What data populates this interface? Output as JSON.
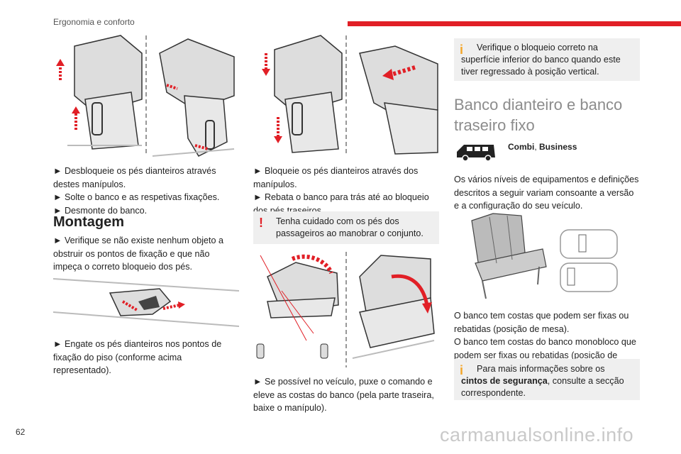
{
  "header": {
    "title": "Ergonomia e conforto",
    "page_number": "62"
  },
  "watermark": "carmanualsonline.info",
  "col1": {
    "steps1": [
      "► Desbloqueie os pés dianteiros através destes manípulos.",
      "► Solte o banco e as respetivas fixações.",
      "► Desmonte do banco."
    ],
    "montagem_heading": "Montagem",
    "montagem_step": "► Verifique se não existe nenhum objeto a obstruir os pontos de fixação e que não impeça o correto bloqueio dos pés.",
    "engate_step": "► Engate os pés dianteiros nos pontos de fixação do piso (conforme acima representado)."
  },
  "col2": {
    "steps": [
      "► Bloqueie os pés dianteiros através dos manípulos.",
      "► Rebata o banco para trás até ao bloqueio dos pés traseiros."
    ],
    "warning_icon": "!",
    "warning": "Tenha cuidado com os pés dos passageiros ao manobrar o conjunto.",
    "final_step": "► Se possível no veículo, puxe o comando e eleve as costas do banco (pela parte traseira, baixe o manípulo)."
  },
  "col3": {
    "info1_icon": "i",
    "info1": "Verifique o bloqueio correto na superfície inferior do banco quando este tiver regressado à posição vertical.",
    "heading": "Banco dianteiro e banco traseiro fixo",
    "versions_a": "Combi",
    "versions_sep": ", ",
    "versions_b": "Business",
    "intro": "Os vários níveis de equipamentos e definições descritos a seguir variam consoante a versão e a configuração do seu veículo.",
    "p1": "O banco tem costas que podem ser fixas ou rebatidas (posição de mesa).",
    "p2": "O banco tem costas do banco monobloco que podem ser fixas ou rebatidas (posição de mesa).",
    "info2_icon": "i",
    "info2_pre": "Para mais informações sobre os ",
    "info2_bold": "cintos de segurança",
    "info2_post": ", consulte a secção correspondente."
  },
  "colors": {
    "accent_red": "#e11f26",
    "info_orange": "#f4a62a",
    "note_bg": "#efefef",
    "heading_gray": "#8c8c8c"
  }
}
